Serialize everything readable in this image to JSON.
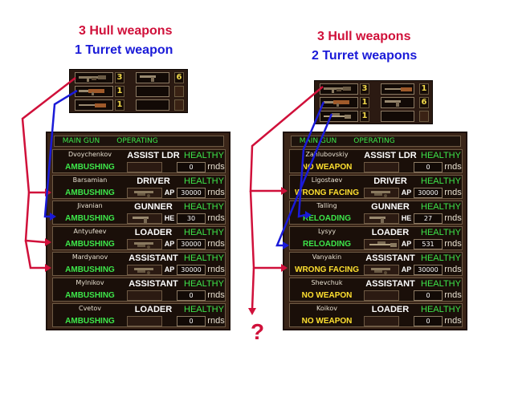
{
  "headings": {
    "left": {
      "hull": "3 Hull weapons",
      "turret": "1 Turret weapon"
    },
    "right": {
      "hull": "3 Hull weapons",
      "turret": "2 Turret weapons"
    }
  },
  "question_mark": "?",
  "inventories": [
    {
      "slots": [
        {
          "icon": "mg-icon",
          "count": "3"
        },
        {
          "icon": "pistol-icon",
          "count": "6"
        },
        {
          "icon": "smg-icon",
          "count": "1"
        },
        {
          "icon": "",
          "count": ""
        },
        {
          "icon": "rifle-icon",
          "count": "1"
        },
        {
          "icon": "",
          "count": ""
        }
      ]
    },
    {
      "slots": [
        {
          "icon": "mg-icon",
          "count": "3"
        },
        {
          "icon": "rifle-icon",
          "count": "1"
        },
        {
          "icon": "smg-icon",
          "count": "1"
        },
        {
          "icon": "pistol-icon",
          "count": "6"
        },
        {
          "icon": "sniper-icon",
          "count": "1"
        },
        {
          "icon": "",
          "count": ""
        }
      ]
    }
  ],
  "panels": [
    {
      "tabs": {
        "main_gun": "MAIN GUN",
        "operating": "OPERATING"
      },
      "crew": [
        {
          "name": "Dvoychenkov",
          "role": "ASSIST LDR",
          "health": "HEALTHY",
          "status": "AMBUSHING",
          "status_color": "green",
          "gun": "",
          "ammo": "",
          "count": "0",
          "unit": "rnds"
        },
        {
          "name": "Barsamian",
          "role": "DRIVER",
          "health": "HEALTHY",
          "status": "AMBUSHING",
          "status_color": "green",
          "gun": "cannon-icon",
          "ammo": "AP",
          "count": "30000",
          "unit": "rnds"
        },
        {
          "name": "Jivanian",
          "role": "GUNNER",
          "health": "HEALTHY",
          "status": "AMBUSHING",
          "status_color": "green",
          "gun": "pistol-icon",
          "ammo": "HE",
          "count": "30",
          "unit": "rnds"
        },
        {
          "name": "Antyufeev",
          "role": "LOADER",
          "health": "HEALTHY",
          "status": "AMBUSHING",
          "status_color": "green",
          "gun": "cannon-icon",
          "ammo": "AP",
          "count": "30000",
          "unit": "rnds"
        },
        {
          "name": "Mardyanov",
          "role": "ASSISTANT",
          "health": "HEALTHY",
          "status": "AMBUSHING",
          "status_color": "green",
          "gun": "cannon-icon",
          "ammo": "AP",
          "count": "30000",
          "unit": "rnds"
        },
        {
          "name": "Mylnikov",
          "role": "ASSISTANT",
          "health": "HEALTHY",
          "status": "AMBUSHING",
          "status_color": "green",
          "gun": "",
          "ammo": "",
          "count": "0",
          "unit": "rnds"
        },
        {
          "name": "Cvetov",
          "role": "LOADER",
          "health": "HEALTHY",
          "status": "AMBUSHING",
          "status_color": "green",
          "gun": "",
          "ammo": "",
          "count": "0",
          "unit": "rnds"
        }
      ]
    },
    {
      "tabs": {
        "main_gun": "MAIN GUN",
        "operating": "OPERATING"
      },
      "crew": [
        {
          "name": "Zahlubovskiy",
          "role": "ASSIST LDR",
          "health": "HEALTHY",
          "status": "NO WEAPON",
          "status_color": "yellow",
          "gun": "",
          "ammo": "",
          "count": "0",
          "unit": "rnds"
        },
        {
          "name": "Ligostaev",
          "role": "DRIVER",
          "health": "HEALTHY",
          "status": "WRONG FACING",
          "status_color": "yellow",
          "gun": "cannon-icon",
          "ammo": "AP",
          "count": "30000",
          "unit": "rnds"
        },
        {
          "name": "Talling",
          "role": "GUNNER",
          "health": "HEALTHY",
          "status": "RELOADING",
          "status_color": "green",
          "gun": "pistol-icon",
          "ammo": "HE",
          "count": "27",
          "unit": "rnds"
        },
        {
          "name": "Lysyy",
          "role": "LOADER",
          "health": "HEALTHY",
          "status": "RELOADING",
          "status_color": "green",
          "gun": "sniper-icon",
          "ammo": "AP",
          "count": "531",
          "unit": "rnds"
        },
        {
          "name": "Vanyakin",
          "role": "ASSISTANT",
          "health": "HEALTHY",
          "status": "WRONG FACING",
          "status_color": "yellow",
          "gun": "cannon-icon",
          "ammo": "AP",
          "count": "30000",
          "unit": "rnds"
        },
        {
          "name": "Shevchuk",
          "role": "ASSISTANT",
          "health": "HEALTHY",
          "status": "NO WEAPON",
          "status_color": "yellow",
          "gun": "",
          "ammo": "",
          "count": "0",
          "unit": "rnds"
        },
        {
          "name": "Koikov",
          "role": "LOADER",
          "health": "HEALTHY",
          "status": "NO WEAPON",
          "status_color": "yellow",
          "gun": "",
          "ammo": "",
          "count": "0",
          "unit": "rnds"
        }
      ]
    }
  ],
  "colors": {
    "annotation_red": "#d0103a",
    "annotation_blue": "#1a1ad8",
    "status_green": "#3de64a",
    "status_yellow": "#ffe030",
    "panel_brown": "#3a2518"
  }
}
